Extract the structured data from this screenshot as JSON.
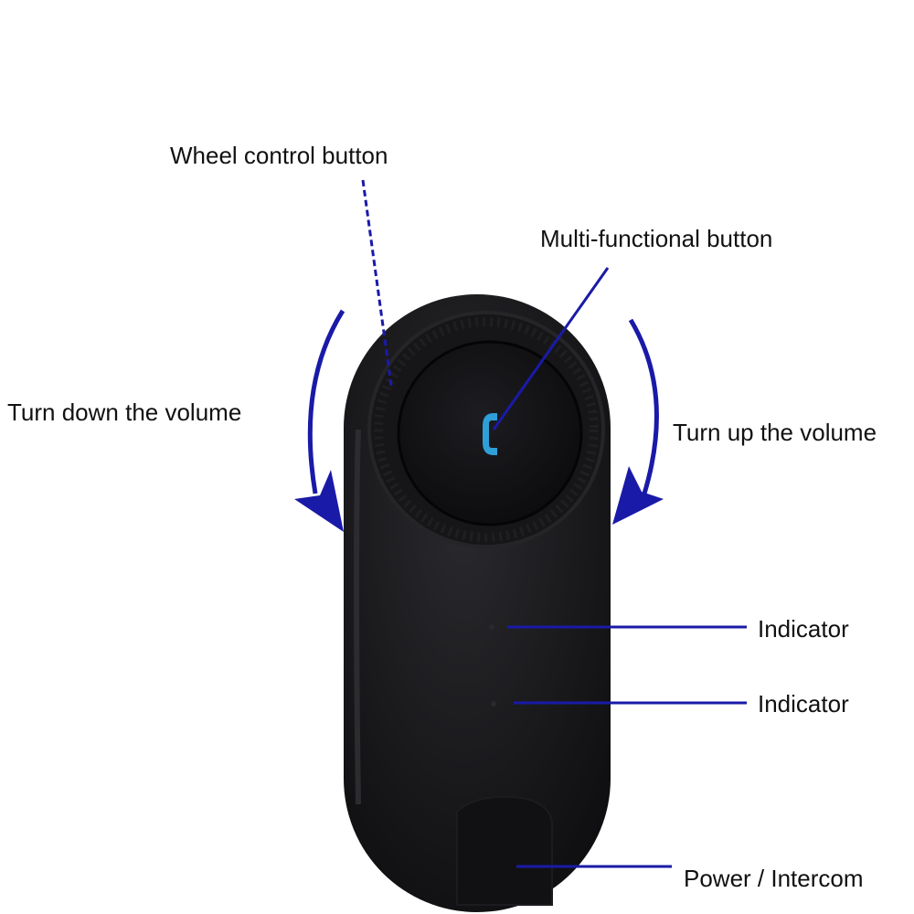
{
  "labels": {
    "wheel_control": "Wheel control button",
    "multi_functional": "Multi-functional button",
    "turn_down": "Turn down the volume",
    "turn_up": "Turn up the volume",
    "indicator_1": "Indicator",
    "indicator_2": "Indicator",
    "power_intercom": "Power / Intercom"
  },
  "colors": {
    "pointer": "#1a1aa8",
    "device": "#141416",
    "phone_icon": "#2f9fd8"
  },
  "icons": {
    "multi_button_glyph": "phone-icon"
  }
}
